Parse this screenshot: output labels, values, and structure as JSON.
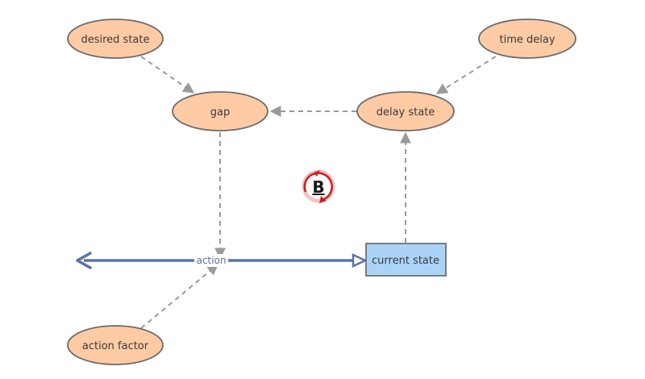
{
  "diagram": {
    "type": "stock-and-flow",
    "colors": {
      "aux_fill": "#FFCBA4",
      "aux_stroke": "#6B6B6B",
      "stock_fill": "#AAD4F7",
      "stock_stroke": "#5A5A5A",
      "flow": "#5B73A8",
      "link": "#9A9A9A",
      "loop": "#CC1F1F"
    },
    "nodes": {
      "desired_state": "desired state",
      "time_delay": "time delay",
      "gap": "gap",
      "delay_state": "delay state",
      "action_factor": "action factor",
      "current_state": "current state"
    },
    "flow": {
      "label": "action"
    },
    "loop": {
      "letter": "B",
      "polarity": "balancing"
    }
  }
}
